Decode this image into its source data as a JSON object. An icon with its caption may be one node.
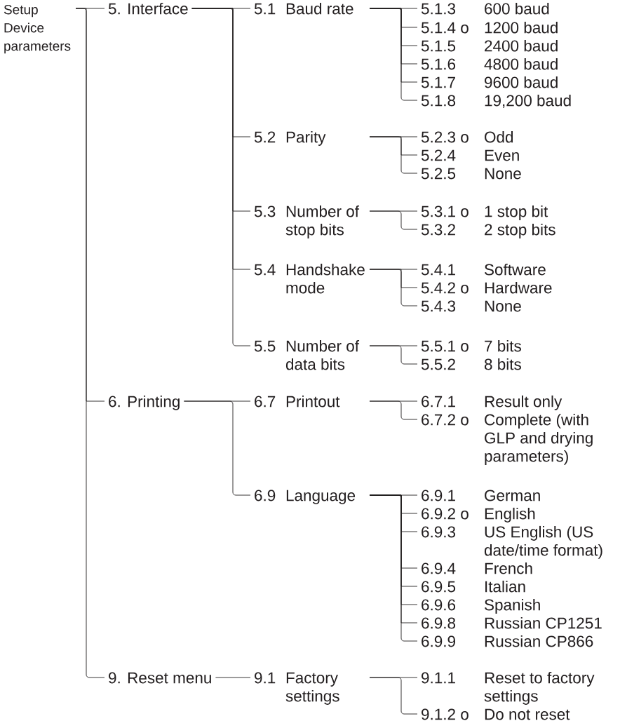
{
  "diagram": {
    "nodes": [
      {
        "text": [
          "Setup Device parameters"
        ]
      },
      {
        "text": [
          "5. Interface"
        ]
      },
      {
        "text": [
          "5.1",
          "Baud rate"
        ]
      },
      {
        "text": [
          "5.1.3",
          "600 baud"
        ]
      },
      {
        "text": [
          "5.1.4 o",
          "1200 baud"
        ]
      },
      {
        "text": [
          "5.1.5",
          "2400 baud"
        ]
      },
      {
        "text": [
          "5.1.6",
          "4800 baud"
        ]
      },
      {
        "text": [
          "5.1.7",
          "9600 baud"
        ]
      },
      {
        "text": [
          "5.1.8",
          "19,200 baud"
        ]
      },
      {
        "text": [
          "5.2",
          "Parity"
        ]
      },
      {
        "text": [
          "5.2.3 o",
          "Odd"
        ]
      },
      {
        "text": [
          "5.2.4",
          "Even"
        ]
      },
      {
        "text": [
          "5.2.5",
          "None"
        ]
      },
      {
        "text": [
          "5.3",
          "Number of stop bits"
        ]
      },
      {
        "text": [
          "5.3.1 o",
          "1 stop bit"
        ]
      },
      {
        "text": [
          "5.3.2",
          "2 stop bits"
        ]
      },
      {
        "text": [
          "5.4",
          "Handshake mode"
        ]
      },
      {
        "text": [
          "5.4.1",
          "Software"
        ]
      },
      {
        "text": [
          "5.4.2 o",
          "Hardware"
        ]
      },
      {
        "text": [
          "5.4.3",
          "None"
        ]
      },
      {
        "text": [
          "5.5",
          "Number of data bits"
        ]
      },
      {
        "text": [
          "5.5.1 o",
          "7 bits"
        ]
      },
      {
        "text": [
          "5.5.2",
          "8 bits"
        ]
      },
      {
        "text": [
          "6. Printing"
        ]
      },
      {
        "text": [
          "6.7",
          "Printout"
        ]
      },
      {
        "text": [
          "6.7.1",
          "Result only"
        ]
      },
      {
        "text": [
          "6.7.2 o",
          "Complete (with GLP and drying parameters)"
        ]
      },
      {
        "text": [
          "6.9",
          "Language"
        ]
      },
      {
        "text": [
          "6.9.1",
          "German"
        ]
      },
      {
        "text": [
          "6.9.2 o",
          "English"
        ]
      },
      {
        "text": [
          "6.9.3",
          "US English (US date/time format)"
        ]
      },
      {
        "text": [
          "6.9.4",
          "French"
        ]
      },
      {
        "text": [
          "6.9.5",
          "Italian"
        ]
      },
      {
        "text": [
          "6.9.6",
          "Spanish"
        ]
      },
      {
        "text": [
          "6.9.8",
          "Russian CP1251"
        ]
      },
      {
        "text": [
          "6.9.9",
          "Russian CP866"
        ]
      },
      {
        "text": [
          "9. Reset menu"
        ]
      },
      {
        "text": [
          "9.1",
          "Factory settings"
        ]
      },
      {
        "text": [
          "9.1.1",
          "Reset to factory settings"
        ]
      },
      {
        "text": [
          "9.1.2 o",
          "Do not reset"
        ]
      }
    ],
    "edges": [
      {
        "from": 0,
        "to": 1,
        "arrow": "none"
      },
      {
        "from": 0,
        "to": 23,
        "arrow": "none"
      },
      {
        "from": 0,
        "to": 36,
        "arrow": "none"
      },
      {
        "from": 1,
        "to": 2,
        "arrow": "none"
      },
      {
        "from": 1,
        "to": 9,
        "arrow": "none"
      },
      {
        "from": 1,
        "to": 13,
        "arrow": "none"
      },
      {
        "from": 1,
        "to": 16,
        "arrow": "none"
      },
      {
        "from": 1,
        "to": 20,
        "arrow": "none"
      },
      {
        "from": 2,
        "to": 3,
        "arrow": "none"
      },
      {
        "from": 2,
        "to": 4,
        "arrow": "none"
      },
      {
        "from": 2,
        "to": 5,
        "arrow": "none"
      },
      {
        "from": 2,
        "to": 6,
        "arrow": "none"
      },
      {
        "from": 2,
        "to": 7,
        "arrow": "none"
      },
      {
        "from": 2,
        "to": 8,
        "arrow": "none"
      },
      {
        "from": 9,
        "to": 10,
        "arrow": "none"
      },
      {
        "from": 9,
        "to": 11,
        "arrow": "none"
      },
      {
        "from": 9,
        "to": 12,
        "arrow": "none"
      },
      {
        "from": 13,
        "to": 14,
        "arrow": "none"
      },
      {
        "from": 13,
        "to": 15,
        "arrow": "none"
      },
      {
        "from": 16,
        "to": 17,
        "arrow": "none"
      },
      {
        "from": 16,
        "to": 18,
        "arrow": "none"
      },
      {
        "from": 16,
        "to": 19,
        "arrow": "none"
      },
      {
        "from": 20,
        "to": 21,
        "arrow": "none"
      },
      {
        "from": 20,
        "to": 22,
        "arrow": "none"
      },
      {
        "from": 23,
        "to": 24,
        "arrow": "none"
      },
      {
        "from": 23,
        "to": 27,
        "arrow": "none"
      },
      {
        "from": 24,
        "to": 25,
        "arrow": "none"
      },
      {
        "from": 24,
        "to": 26,
        "arrow": "none"
      },
      {
        "from": 27,
        "to": 28,
        "arrow": "none"
      },
      {
        "from": 27,
        "to": 29,
        "arrow": "none"
      },
      {
        "from": 27,
        "to": 30,
        "arrow": "none"
      },
      {
        "from": 27,
        "to": 31,
        "arrow": "none"
      },
      {
        "from": 27,
        "to": 32,
        "arrow": "none"
      },
      {
        "from": 27,
        "to": 33,
        "arrow": "none"
      },
      {
        "from": 27,
        "to": 34,
        "arrow": "none"
      },
      {
        "from": 27,
        "to": 35,
        "arrow": "none"
      },
      {
        "from": 36,
        "to": 37,
        "arrow": "none"
      },
      {
        "from": 37,
        "to": 38,
        "arrow": "none"
      },
      {
        "from": 37,
        "to": 39,
        "arrow": "none"
      }
    ]
  }
}
